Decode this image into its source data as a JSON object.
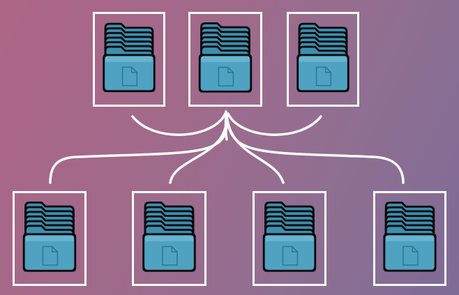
{
  "diagram": {
    "colors": {
      "background_start": "#ad6586",
      "background_end": "#7e6b96",
      "connector": "#ffffff",
      "frame": "#ffffff",
      "folder_tab": "#3d8fb0",
      "folder_front": "#4fa2c2",
      "folder_outline": "#0b0b0b"
    },
    "icon": "stacked-folders-icon",
    "top_row": [
      {
        "id": "top-folder-stack-1",
        "icon": "stacked-folders-icon"
      },
      {
        "id": "top-folder-stack-2",
        "icon": "stacked-folders-icon"
      },
      {
        "id": "top-folder-stack-3",
        "icon": "stacked-folders-icon"
      }
    ],
    "bottom_row": [
      {
        "id": "bottom-folder-stack-1",
        "icon": "stacked-folders-icon"
      },
      {
        "id": "bottom-folder-stack-2",
        "icon": "stacked-folders-icon"
      },
      {
        "id": "bottom-folder-stack-3",
        "icon": "stacked-folders-icon"
      },
      {
        "id": "bottom-folder-stack-4",
        "icon": "stacked-folders-icon"
      }
    ],
    "hub": "many-to-many-link"
  }
}
